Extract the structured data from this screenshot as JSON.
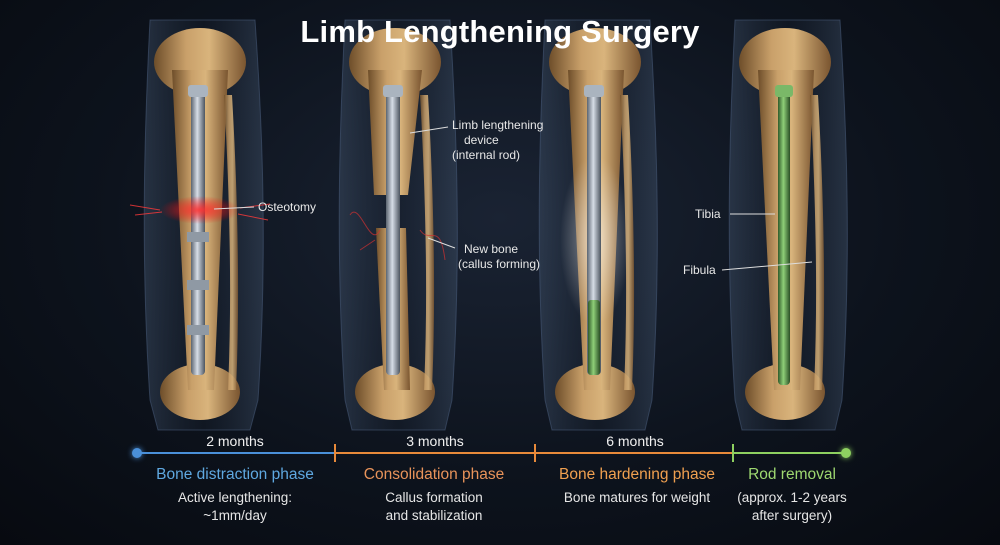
{
  "title": "Limb Lengthening Surgery",
  "labels": {
    "osteotomy": "Osteotomy",
    "device_line1": "Limb lengthening",
    "device_line2": "device",
    "device_line3": "(internal rod)",
    "newbone_line1": "New bone",
    "newbone_line2": "(callus forming)",
    "tibia": "Tibia",
    "fibula": "Fibula"
  },
  "timeline": {
    "durations": [
      "2 months",
      "3 months",
      "6 months"
    ],
    "phases": [
      {
        "name": "Bone distraction phase",
        "desc1": "Active lengthening:",
        "desc2": "~1mm/day",
        "color": "#5fa8e0"
      },
      {
        "name": "Consolidation phase",
        "desc1": "Callus formation",
        "desc2": "and stabilization",
        "color": "#e8935a"
      },
      {
        "name": "Bone hardening phase",
        "desc1": "Bone matures for weight",
        "desc2": "",
        "color": "#f0a050"
      },
      {
        "name": "Rod removal",
        "desc1": "(approx. 1-2 years",
        "desc2": "after surgery)",
        "color": "#9ed870"
      }
    ],
    "colors": {
      "blue": "#4a90d9",
      "orange": "#e88a3a",
      "green": "#8ed060"
    }
  }
}
